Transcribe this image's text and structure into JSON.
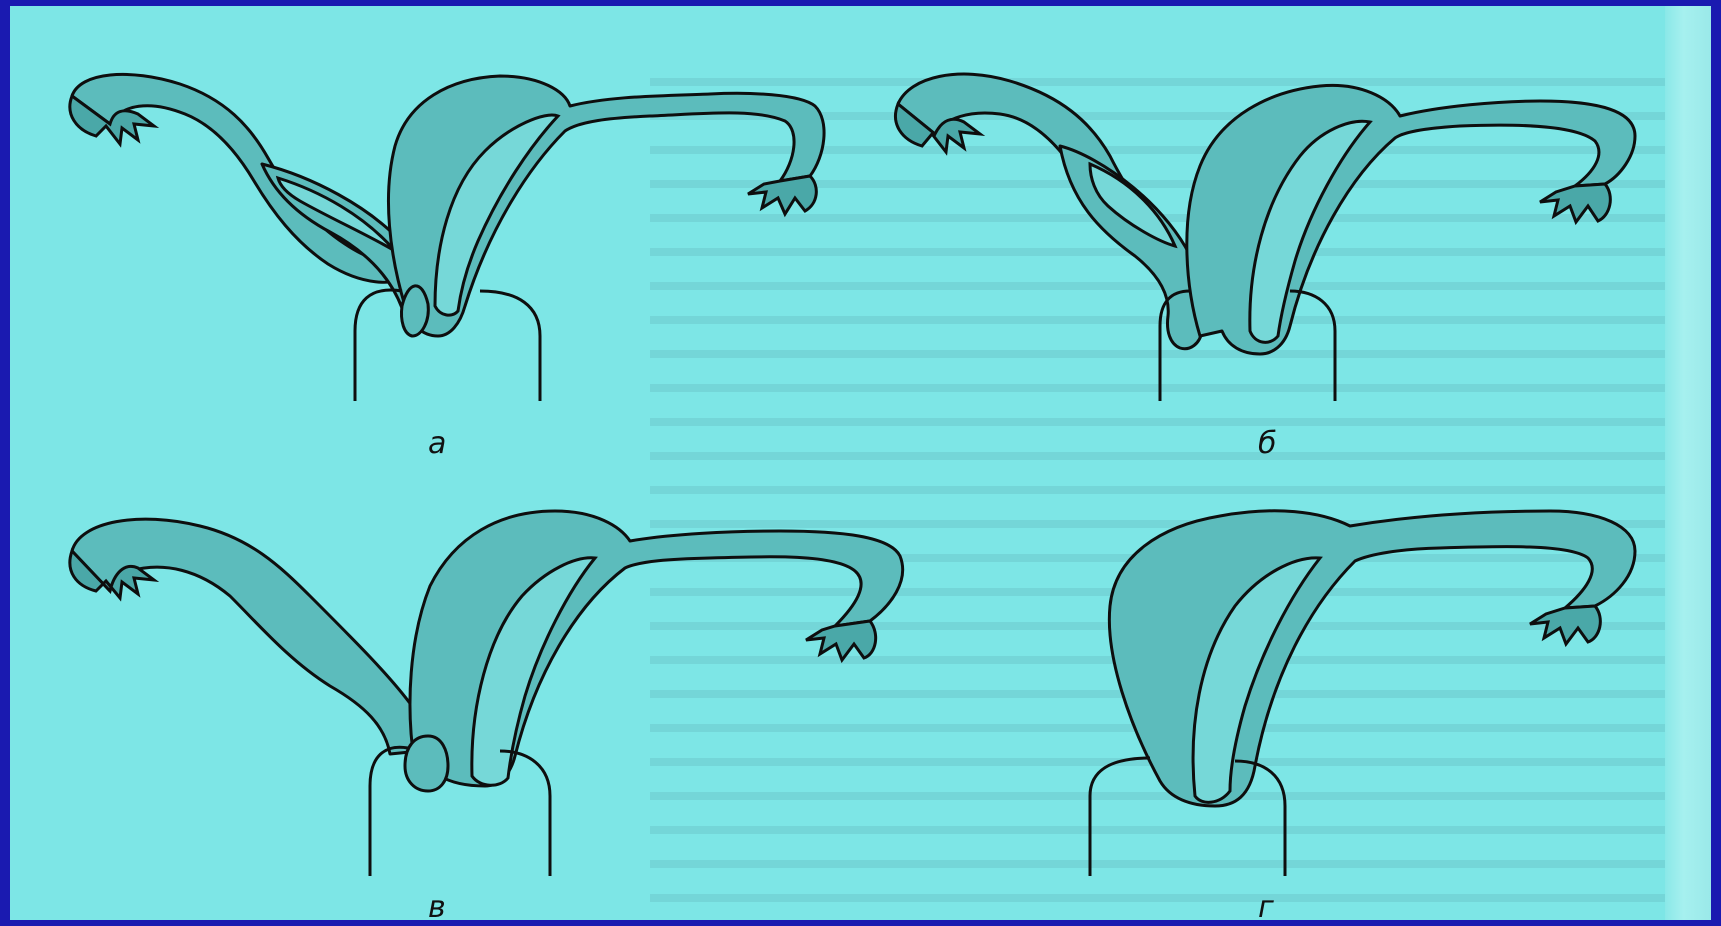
{
  "panels": [
    {
      "id": "a",
      "label": "а"
    },
    {
      "id": "b",
      "label": "б"
    },
    {
      "id": "v",
      "label": "в"
    },
    {
      "id": "g",
      "label": "г"
    }
  ],
  "colors": {
    "border": "#1a1ab0",
    "background": "#7de6e6",
    "organ_fill": "#5cbcbc",
    "outline": "#0e0e0e"
  }
}
